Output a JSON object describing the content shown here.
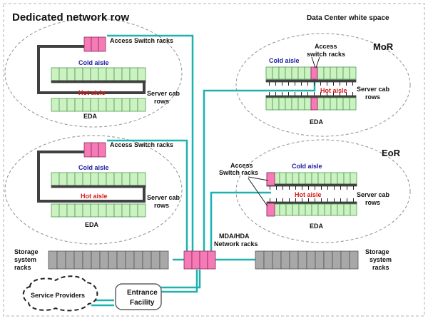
{
  "title": "Dedicated network row",
  "subtitle": "Data Center white space",
  "zones": {
    "top_left": {
      "access_label": "Access Switch racks",
      "cold_label": "Cold aisle",
      "hot_label": "Hot aisle",
      "server_label_1": "Server cab",
      "server_label_2": "rows",
      "area_label": "EDA"
    },
    "bottom_left": {
      "access_label": "Access Switch racks",
      "cold_label": "Cold aisle",
      "hot_label": "Hot aisle",
      "server_label_1": "Server cab",
      "server_label_2": "rows",
      "area_label": "EDA"
    },
    "mor": {
      "name": "MoR",
      "access_label_1": "Access",
      "access_label_2": "switch racks",
      "cold_label": "Cold aisle",
      "hot_label": "Hot aisle",
      "server_label_1": "Server cab",
      "server_label_2": "rows",
      "area_label": "EDA"
    },
    "eor": {
      "name": "EoR",
      "access_label_1": "Access",
      "access_label_2": "Switch racks",
      "cold_label": "Cold aisle",
      "hot_label": "Hot aisle",
      "server_label_1": "Server cab",
      "server_label_2": "rows",
      "area_label": "EDA"
    }
  },
  "mda": {
    "label_1": "MDA/HDA",
    "label_2": "Network racks"
  },
  "storage_left": {
    "label_1": "Storage",
    "label_2": "system",
    "label_3": "racks"
  },
  "storage_right": {
    "label_1": "Storage",
    "label_2": "system",
    "label_3": "racks"
  },
  "service_providers": "Service Providers",
  "entrance": {
    "label_1": "Entrance",
    "label_2": "Facility"
  },
  "colors": {
    "cable": "#1fb0b0",
    "server_rack": "#ccf2c2",
    "server_rack_line": "#4a9a52",
    "switch_rack": "#f57ab6",
    "storage_rack": "#a8a8a8",
    "aisle_wall": "#404040",
    "cold_text": "#1a1aa0",
    "hot_text": "#d81818"
  }
}
